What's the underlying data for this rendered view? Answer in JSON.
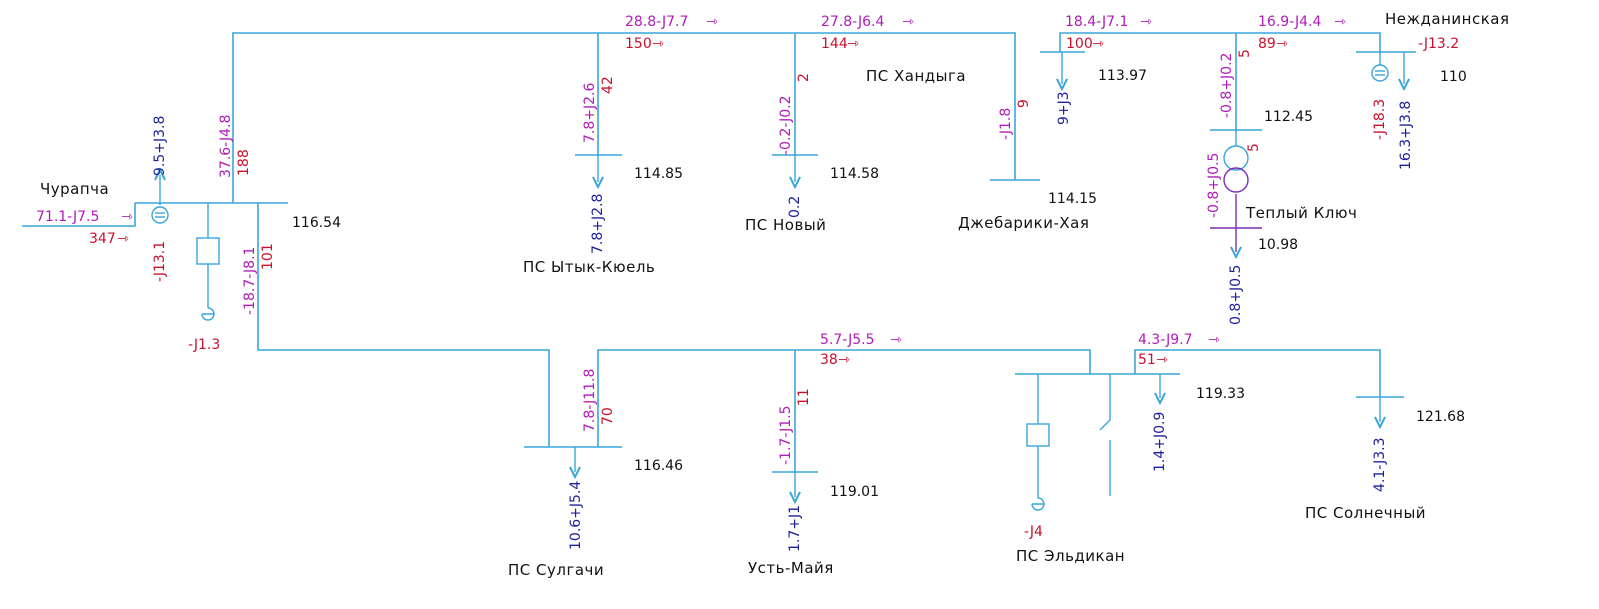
{
  "substations": {
    "churapcha": "Чурапча",
    "nezhdaninskaya": "Нежданинская",
    "khandyga": "ПС Хандыга",
    "ytyk_kyuel": "ПС Ытык-Кюель",
    "novy": "ПС Новый",
    "dzhebariki": "Джебарики-Хая",
    "tepliy": "Теплый Ключ",
    "sulgachi": "ПС Сулгачи",
    "ust_maya": "Усть-Майя",
    "eldikan": "ПС Эльдикан",
    "solnechny": "ПС Солнечный"
  },
  "voltages": {
    "churapcha": "116.54",
    "ytyk_kyuel": "114.85",
    "novy": "114.58",
    "dzhebariki": "114.15",
    "khandyga": "113.97",
    "tepliy_hv": "112.45",
    "tepliy_lv": "10.98",
    "nezhdaninskaya": "110",
    "sulgachi": "116.46",
    "ust_maya": "119.01",
    "eldikan": "119.33",
    "solnechny": "121.68"
  },
  "flows": {
    "top_1": "28.8-J7.7",
    "top_1_cur": "150",
    "top_2": "27.8-J6.4",
    "top_2_cur": "144",
    "top_3": "18.4-J7.1",
    "top_3_cur": "100",
    "top_4": "16.9-J4.4",
    "top_4_cur": "89",
    "nezh_q": "-J13.2",
    "churapcha_up": "37.6-J4.8",
    "churapcha_up_cur": "188",
    "churapcha_in": "71.1-J7.5",
    "churapcha_in_cur": "347",
    "churapcha_down": "-18.7-J8.1",
    "churapcha_down_cur": "101",
    "ytyk_line": "7.8+J2.6",
    "ytyk_line_cur": "42",
    "novy_line": "-0.2-J0.2",
    "novy_line_cur": "2",
    "dzheb_line": "-J1.8",
    "dzheb_line_cur": "9",
    "tep_line": "-0.8+J0.2",
    "tep_line_cur": "5",
    "tep_tr": "-0.8+J0.5",
    "tep_tr_cur": "5",
    "bot_1": "5.7-J5.5",
    "bot_1_cur": "38",
    "bot_2": "4.3-J9.7",
    "bot_2_cur": "51",
    "sulg_line": "7.8-J11.8",
    "sulg_line_cur": "70",
    "ust_line": "-1.7-J1.5",
    "ust_line_cur": "11"
  },
  "loads": {
    "churapcha_aux": "9.5+J3.8",
    "ytyk": "7.8+J2.8",
    "novy": "0.2",
    "khandyga": "9+J3",
    "nezh": "16.3+J3.8",
    "tep_lv": "0.8+J0.5",
    "sulgachi": "10.6+J5.4",
    "ust_maya": "1.7+J1",
    "eldikan": "1.4+J0.9",
    "solnechny": "4.1-J3.3"
  },
  "compensation": {
    "churapcha_bank": "-J13.1",
    "churapcha_reactor": "-J1.3",
    "nezh_bank": "-J18.3",
    "eldikan_reactor": "-J4"
  }
}
